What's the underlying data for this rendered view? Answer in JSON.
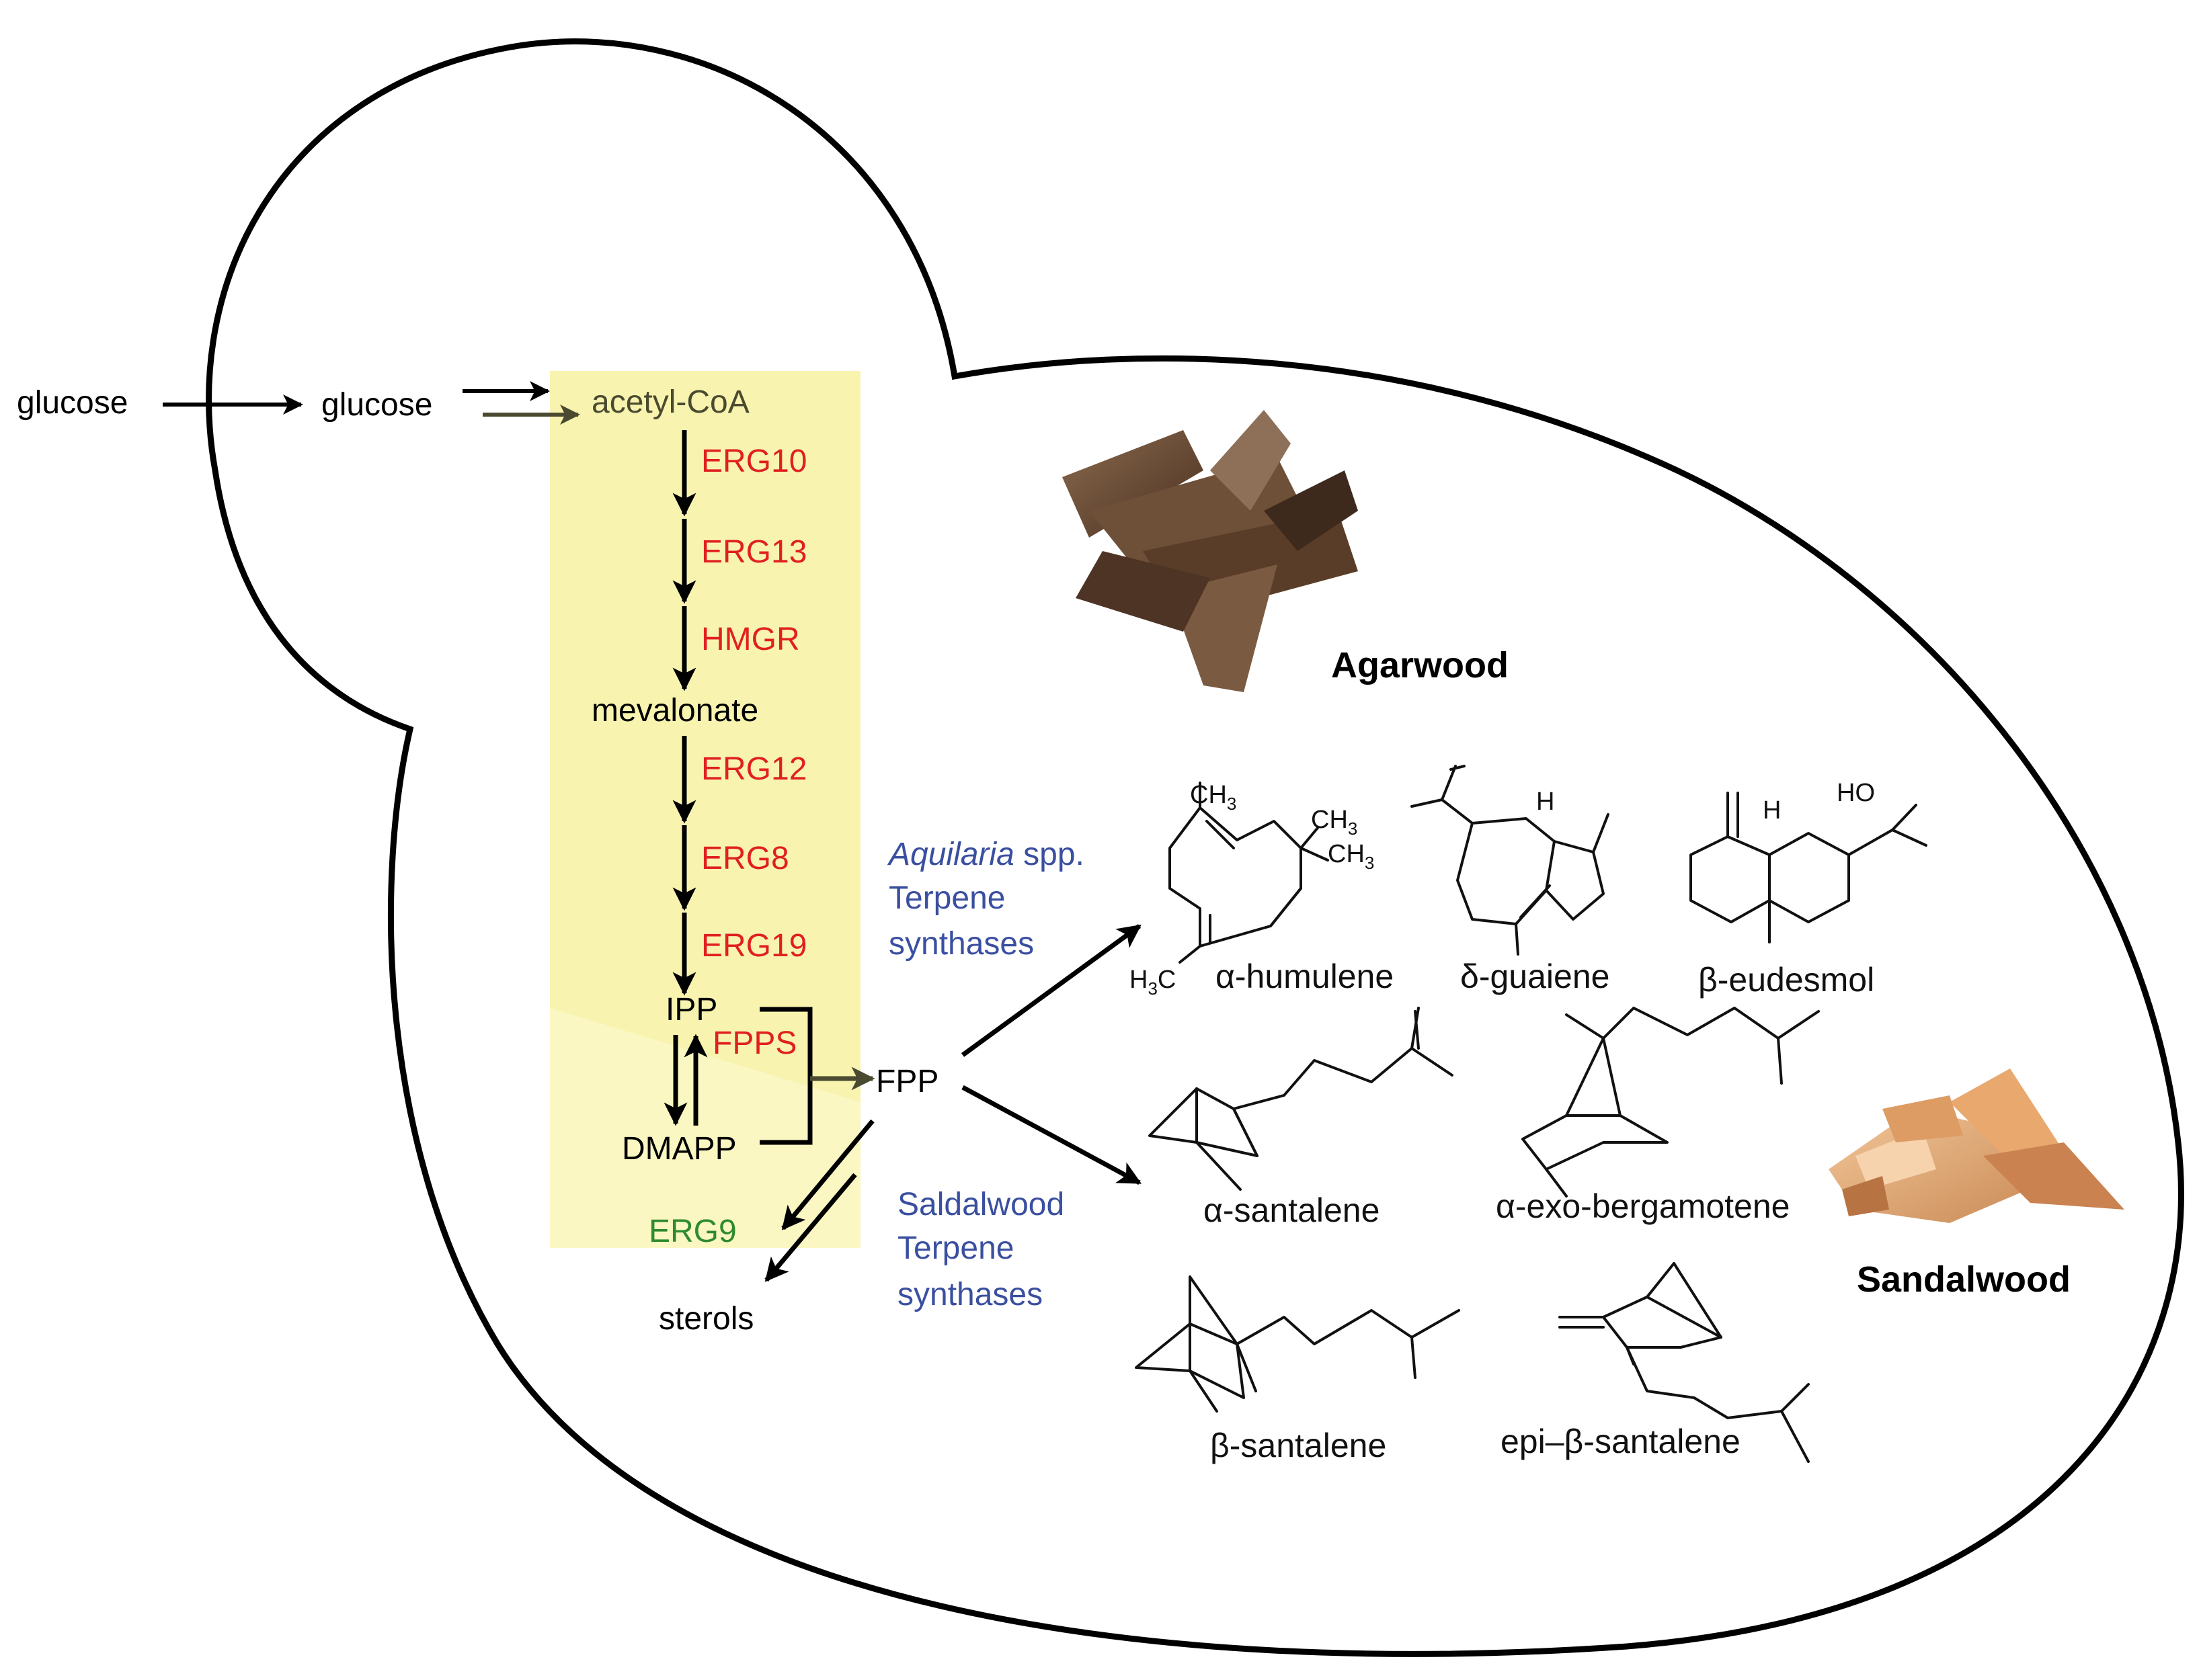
{
  "outside": {
    "glucose": "glucose"
  },
  "cytosol": {
    "glucose": "glucose"
  },
  "pathway": {
    "acetyl_coa": "acetyl-CoA",
    "erg10": "ERG10",
    "erg13": "ERG13",
    "hmgr": "HMGR",
    "mevalonate": "mevalonate",
    "erg12": "ERG12",
    "erg8": "ERG8",
    "erg19": "ERG19",
    "ipp": "IPP",
    "fpps": "FPPS",
    "dmapp": "DMAPP",
    "fpp": "FPP",
    "erg9": "ERG9",
    "sterols": "sterols"
  },
  "agarwood_branch": {
    "genus": "Aquilaria",
    "genus_suffix": " spp.",
    "line2": "Terpene",
    "line3": "synthases"
  },
  "sandalwood_branch": {
    "line1": "Saldalwood",
    "line2": "Terpene",
    "line3": "synthases"
  },
  "products": {
    "alpha_humulene": "α-humulene",
    "delta_guaiene": "δ-guaiene",
    "beta_eudesmol": "β-eudesmol",
    "alpha_santalene": "α-santalene",
    "alpha_exo_bergamotene": "α-exo-bergamotene",
    "beta_santalene": "β-santalene",
    "epi_beta_santalene": "epi–β-santalene"
  },
  "atoms": {
    "ch3": "CH",
    "sub3": "3",
    "h3c_h": "H",
    "h3c_c": "C",
    "h": "H",
    "ho": "HO"
  },
  "woods": {
    "agarwood": "Agarwood",
    "sandalwood": "Sandalwood"
  },
  "colors": {
    "enzyme": "#e02020",
    "erg9": "#2e8b2e",
    "synthase": "#3a4fa0",
    "er_highlight": "#f8f4b0"
  }
}
